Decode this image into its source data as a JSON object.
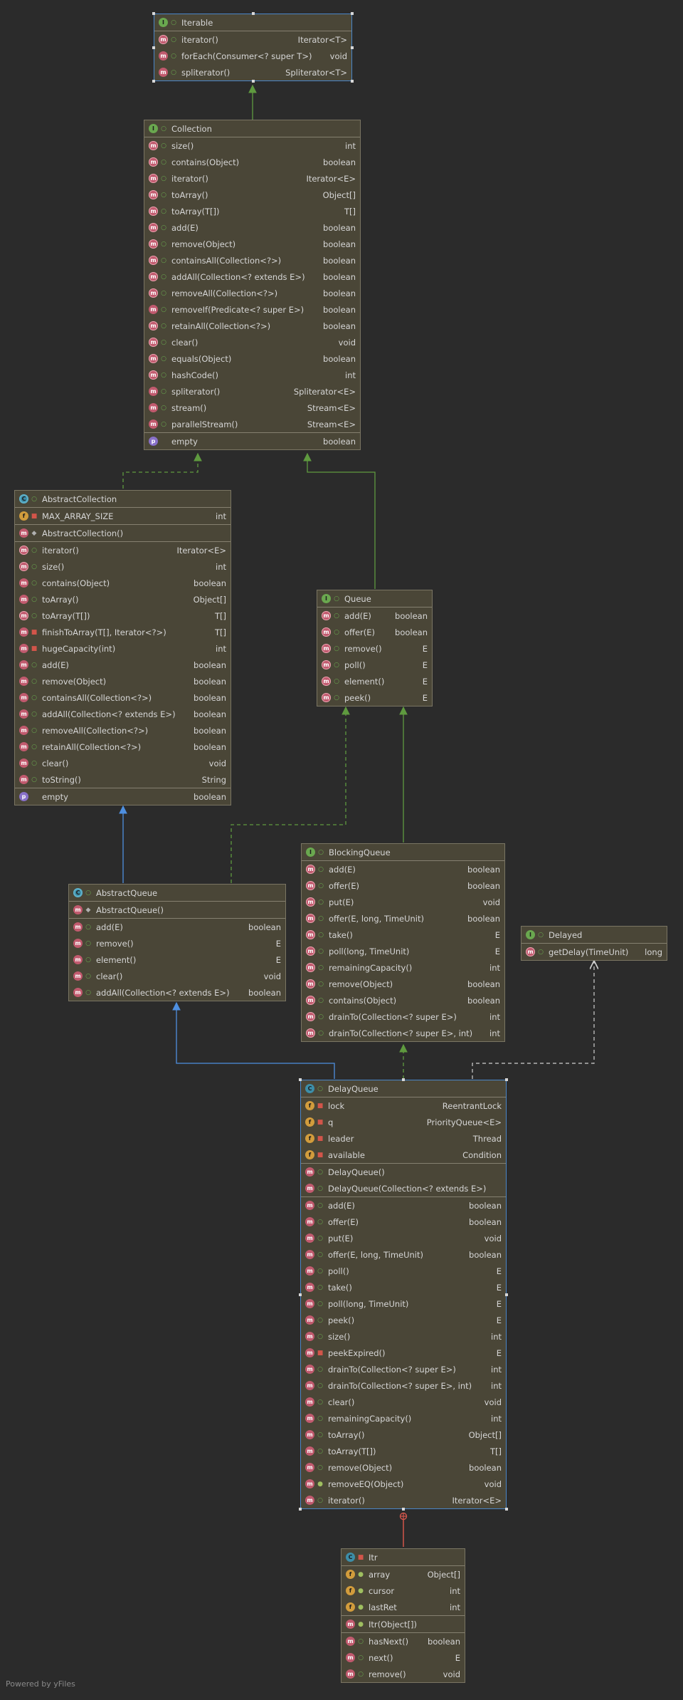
{
  "footer": "Powered by yFiles",
  "nodes": [
    {
      "id": "iterable",
      "kind": "interface",
      "title": "Iterable",
      "selected": true,
      "sections": [
        [
          {
            "icon": "method-abstract",
            "vis": "public",
            "name": "iterator()",
            "type": "Iterator<T>"
          },
          {
            "icon": "method",
            "vis": "public",
            "name": "forEach(Consumer<? super T>)",
            "type": "void"
          },
          {
            "icon": "method",
            "vis": "public",
            "name": "spliterator()",
            "type": "Spliterator<T>"
          }
        ]
      ]
    },
    {
      "id": "collection",
      "kind": "interface",
      "title": "Collection",
      "sections": [
        [
          {
            "icon": "method-abstract",
            "vis": "public",
            "name": "size()",
            "type": "int"
          },
          {
            "icon": "method-abstract",
            "vis": "public",
            "name": "contains(Object)",
            "type": "boolean"
          },
          {
            "icon": "method-abstract",
            "vis": "public",
            "name": "iterator()",
            "type": "Iterator<E>"
          },
          {
            "icon": "method-abstract",
            "vis": "public",
            "name": "toArray()",
            "type": "Object[]"
          },
          {
            "icon": "method-abstract",
            "vis": "public",
            "name": "toArray(T[])",
            "type": "T[]"
          },
          {
            "icon": "method-abstract",
            "vis": "public",
            "name": "add(E)",
            "type": "boolean"
          },
          {
            "icon": "method-abstract",
            "vis": "public",
            "name": "remove(Object)",
            "type": "boolean"
          },
          {
            "icon": "method-abstract",
            "vis": "public",
            "name": "containsAll(Collection<?>)",
            "type": "boolean"
          },
          {
            "icon": "method-abstract",
            "vis": "public",
            "name": "addAll(Collection<? extends E>)",
            "type": "boolean"
          },
          {
            "icon": "method-abstract",
            "vis": "public",
            "name": "removeAll(Collection<?>)",
            "type": "boolean"
          },
          {
            "icon": "method",
            "vis": "public",
            "name": "removeIf(Predicate<? super E>)",
            "type": "boolean"
          },
          {
            "icon": "method-abstract",
            "vis": "public",
            "name": "retainAll(Collection<?>)",
            "type": "boolean"
          },
          {
            "icon": "method-abstract",
            "vis": "public",
            "name": "clear()",
            "type": "void"
          },
          {
            "icon": "method-abstract",
            "vis": "public",
            "name": "equals(Object)",
            "type": "boolean"
          },
          {
            "icon": "method-abstract",
            "vis": "public",
            "name": "hashCode()",
            "type": "int"
          },
          {
            "icon": "method",
            "vis": "public",
            "name": "spliterator()",
            "type": "Spliterator<E>"
          },
          {
            "icon": "method",
            "vis": "public",
            "name": "stream()",
            "type": "Stream<E>"
          },
          {
            "icon": "method",
            "vis": "public",
            "name": "parallelStream()",
            "type": "Stream<E>"
          }
        ],
        [
          {
            "icon": "property",
            "vis": "none",
            "name": "empty",
            "type": "boolean"
          }
        ]
      ]
    },
    {
      "id": "abstractcollection",
      "kind": "abstract-class",
      "title": "AbstractCollection",
      "sections": [
        [
          {
            "icon": "field-static",
            "vis": "private",
            "name": "MAX_ARRAY_SIZE",
            "type": "int"
          }
        ],
        [
          {
            "icon": "method",
            "vis": "protected",
            "name": "AbstractCollection()",
            "type": ""
          }
        ],
        [
          {
            "icon": "method-abstract",
            "vis": "public",
            "name": "iterator()",
            "type": "Iterator<E>"
          },
          {
            "icon": "method-abstract",
            "vis": "public",
            "name": "size()",
            "type": "int"
          },
          {
            "icon": "method",
            "vis": "public",
            "name": "contains(Object)",
            "type": "boolean"
          },
          {
            "icon": "method",
            "vis": "public",
            "name": "toArray()",
            "type": "Object[]"
          },
          {
            "icon": "method-abstract",
            "vis": "public",
            "name": "toArray(T[])",
            "type": "T[]"
          },
          {
            "icon": "method-static",
            "vis": "private",
            "name": "finishToArray(T[], Iterator<?>)",
            "type": "T[]"
          },
          {
            "icon": "method-static",
            "vis": "private",
            "name": "hugeCapacity(int)",
            "type": "int"
          },
          {
            "icon": "method",
            "vis": "public",
            "name": "add(E)",
            "type": "boolean"
          },
          {
            "icon": "method",
            "vis": "public",
            "name": "remove(Object)",
            "type": "boolean"
          },
          {
            "icon": "method",
            "vis": "public",
            "name": "containsAll(Collection<?>)",
            "type": "boolean"
          },
          {
            "icon": "method",
            "vis": "public",
            "name": "addAll(Collection<? extends E>)",
            "type": "boolean"
          },
          {
            "icon": "method",
            "vis": "public",
            "name": "removeAll(Collection<?>)",
            "type": "boolean"
          },
          {
            "icon": "method",
            "vis": "public",
            "name": "retainAll(Collection<?>)",
            "type": "boolean"
          },
          {
            "icon": "method",
            "vis": "public",
            "name": "clear()",
            "type": "void"
          },
          {
            "icon": "method",
            "vis": "public",
            "name": "toString()",
            "type": "String"
          }
        ],
        [
          {
            "icon": "property",
            "vis": "none",
            "name": "empty",
            "type": "boolean"
          }
        ]
      ]
    },
    {
      "id": "queue",
      "kind": "interface",
      "title": "Queue",
      "sections": [
        [
          {
            "icon": "method-abstract",
            "vis": "public",
            "name": "add(E)",
            "type": "boolean"
          },
          {
            "icon": "method-abstract",
            "vis": "public",
            "name": "offer(E)",
            "type": "boolean"
          },
          {
            "icon": "method-abstract",
            "vis": "public",
            "name": "remove()",
            "type": "E"
          },
          {
            "icon": "method-abstract",
            "vis": "public",
            "name": "poll()",
            "type": "E"
          },
          {
            "icon": "method-abstract",
            "vis": "public",
            "name": "element()",
            "type": "E"
          },
          {
            "icon": "method-abstract",
            "vis": "public",
            "name": "peek()",
            "type": "E"
          }
        ]
      ]
    },
    {
      "id": "blockingqueue",
      "kind": "interface",
      "title": "BlockingQueue",
      "sections": [
        [
          {
            "icon": "method-abstract",
            "vis": "public",
            "name": "add(E)",
            "type": "boolean"
          },
          {
            "icon": "method-abstract",
            "vis": "public",
            "name": "offer(E)",
            "type": "boolean"
          },
          {
            "icon": "method-abstract",
            "vis": "public",
            "name": "put(E)",
            "type": "void"
          },
          {
            "icon": "method-abstract",
            "vis": "public",
            "name": "offer(E, long, TimeUnit)",
            "type": "boolean"
          },
          {
            "icon": "method-abstract",
            "vis": "public",
            "name": "take()",
            "type": "E"
          },
          {
            "icon": "method-abstract",
            "vis": "public",
            "name": "poll(long, TimeUnit)",
            "type": "E"
          },
          {
            "icon": "method-abstract",
            "vis": "public",
            "name": "remainingCapacity()",
            "type": "int"
          },
          {
            "icon": "method-abstract",
            "vis": "public",
            "name": "remove(Object)",
            "type": "boolean"
          },
          {
            "icon": "method-abstract",
            "vis": "public",
            "name": "contains(Object)",
            "type": "boolean"
          },
          {
            "icon": "method-abstract",
            "vis": "public",
            "name": "drainTo(Collection<? super E>)",
            "type": "int"
          },
          {
            "icon": "method-abstract",
            "vis": "public",
            "name": "drainTo(Collection<? super E>, int)",
            "type": "int"
          }
        ]
      ]
    },
    {
      "id": "delayed",
      "kind": "interface",
      "title": "Delayed",
      "sections": [
        [
          {
            "icon": "method-abstract",
            "vis": "public",
            "name": "getDelay(TimeUnit)",
            "type": "long"
          }
        ]
      ]
    },
    {
      "id": "abstractqueue",
      "kind": "abstract-class",
      "title": "AbstractQueue",
      "sections": [
        [
          {
            "icon": "method",
            "vis": "protected",
            "name": "AbstractQueue()",
            "type": ""
          }
        ],
        [
          {
            "icon": "method",
            "vis": "public",
            "name": "add(E)",
            "type": "boolean"
          },
          {
            "icon": "method",
            "vis": "public",
            "name": "remove()",
            "type": "E"
          },
          {
            "icon": "method",
            "vis": "public",
            "name": "element()",
            "type": "E"
          },
          {
            "icon": "method",
            "vis": "public",
            "name": "clear()",
            "type": "void"
          },
          {
            "icon": "method",
            "vis": "public",
            "name": "addAll(Collection<? extends E>)",
            "type": "boolean"
          }
        ]
      ]
    },
    {
      "id": "delayqueue",
      "kind": "class",
      "title": "DelayQueue",
      "selected": true,
      "sections": [
        [
          {
            "icon": "field-final",
            "vis": "private",
            "name": "lock",
            "type": "ReentrantLock"
          },
          {
            "icon": "field-final",
            "vis": "private",
            "name": "q",
            "type": "PriorityQueue<E>"
          },
          {
            "icon": "field",
            "vis": "private",
            "name": "leader",
            "type": "Thread"
          },
          {
            "icon": "field-final",
            "vis": "private",
            "name": "available",
            "type": "Condition"
          }
        ],
        [
          {
            "icon": "method",
            "vis": "public",
            "name": "DelayQueue()",
            "type": ""
          },
          {
            "icon": "method",
            "vis": "public",
            "name": "DelayQueue(Collection<? extends E>)",
            "type": ""
          }
        ],
        [
          {
            "icon": "method",
            "vis": "public",
            "name": "add(E)",
            "type": "boolean"
          },
          {
            "icon": "method",
            "vis": "public",
            "name": "offer(E)",
            "type": "boolean"
          },
          {
            "icon": "method",
            "vis": "public",
            "name": "put(E)",
            "type": "void"
          },
          {
            "icon": "method",
            "vis": "public",
            "name": "offer(E, long, TimeUnit)",
            "type": "boolean"
          },
          {
            "icon": "method",
            "vis": "public",
            "name": "poll()",
            "type": "E"
          },
          {
            "icon": "method",
            "vis": "public",
            "name": "take()",
            "type": "E"
          },
          {
            "icon": "method",
            "vis": "public",
            "name": "poll(long, TimeUnit)",
            "type": "E"
          },
          {
            "icon": "method",
            "vis": "public",
            "name": "peek()",
            "type": "E"
          },
          {
            "icon": "method",
            "vis": "public",
            "name": "size()",
            "type": "int"
          },
          {
            "icon": "method",
            "vis": "private",
            "name": "peekExpired()",
            "type": "E"
          },
          {
            "icon": "method",
            "vis": "public",
            "name": "drainTo(Collection<? super E>)",
            "type": "int"
          },
          {
            "icon": "method",
            "vis": "public",
            "name": "drainTo(Collection<? super E>, int)",
            "type": "int"
          },
          {
            "icon": "method",
            "vis": "public",
            "name": "clear()",
            "type": "void"
          },
          {
            "icon": "method",
            "vis": "public",
            "name": "remainingCapacity()",
            "type": "int"
          },
          {
            "icon": "method",
            "vis": "public",
            "name": "toArray()",
            "type": "Object[]"
          },
          {
            "icon": "method",
            "vis": "public",
            "name": "toArray(T[])",
            "type": "T[]"
          },
          {
            "icon": "method",
            "vis": "public",
            "name": "remove(Object)",
            "type": "boolean"
          },
          {
            "icon": "method",
            "vis": "package",
            "name": "removeEQ(Object)",
            "type": "void"
          },
          {
            "icon": "method",
            "vis": "public",
            "name": "iterator()",
            "type": "Iterator<E>"
          }
        ]
      ]
    },
    {
      "id": "itr",
      "kind": "class",
      "title": "Itr",
      "title_vis": "private",
      "sections": [
        [
          {
            "icon": "field-final",
            "vis": "package",
            "name": "array",
            "type": "Object[]"
          },
          {
            "icon": "field",
            "vis": "package",
            "name": "cursor",
            "type": "int"
          },
          {
            "icon": "field",
            "vis": "package",
            "name": "lastRet",
            "type": "int"
          }
        ],
        [
          {
            "icon": "method",
            "vis": "package",
            "name": "Itr(Object[])",
            "type": ""
          }
        ],
        [
          {
            "icon": "method",
            "vis": "public",
            "name": "hasNext()",
            "type": "boolean"
          },
          {
            "icon": "method",
            "vis": "public",
            "name": "next()",
            "type": "E"
          },
          {
            "icon": "method",
            "vis": "public",
            "name": "remove()",
            "type": "void"
          }
        ]
      ]
    }
  ]
}
